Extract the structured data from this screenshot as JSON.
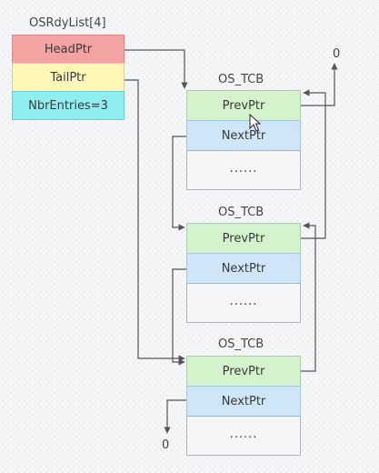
{
  "ready_list": {
    "caption": "OSRdyList[4]",
    "fields": {
      "head": "HeadPtr",
      "tail": "TailPtr",
      "entries": "NbrEntries=3"
    }
  },
  "tcbs": [
    {
      "title": "OS_TCB",
      "prev": "PrevPtr",
      "next": "NextPtr",
      "more": "......"
    },
    {
      "title": "OS_TCB",
      "prev": "PrevPtr",
      "next": "NextPtr",
      "more": "......"
    },
    {
      "title": "OS_TCB",
      "prev": "PrevPtr",
      "next": "NextPtr",
      "more": "......"
    }
  ],
  "null_labels": {
    "top": "0",
    "bottom": "0"
  },
  "colors": {
    "head": "#f4a2a2",
    "tail": "#fff7b8",
    "entries": "#8eeef0",
    "prev": "#d4f2cc",
    "next": "#cfe6f8",
    "wire": "#555555"
  }
}
